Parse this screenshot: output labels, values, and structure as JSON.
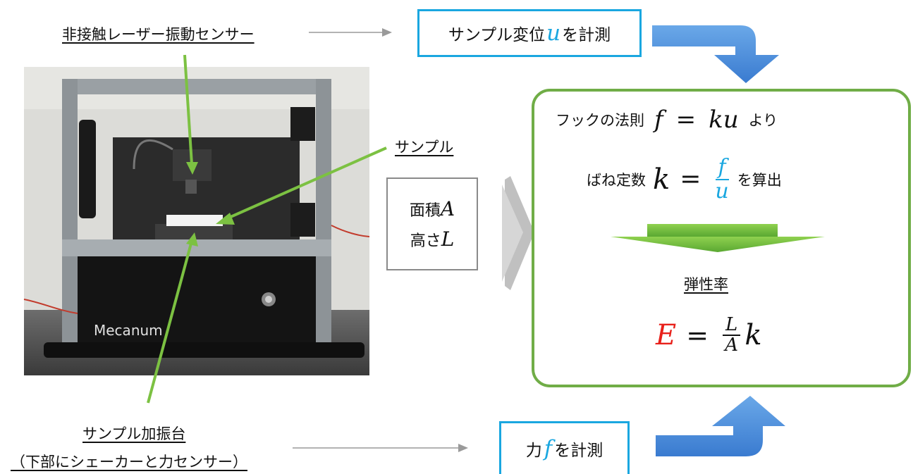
{
  "labels": {
    "laser_sensor": "非接触レーザー振動センサー",
    "sample": "サンプル",
    "stage": "サンプル加振台",
    "stage_note": "（下部にシェーカーと力センサー）"
  },
  "photo": {
    "brand": "Mecanum"
  },
  "boxes": {
    "displacement_prefix": "サンプル変位",
    "displacement_var": "u",
    "displacement_suffix": "を計測",
    "force_prefix": "力",
    "force_var": "f",
    "force_suffix": "を計測",
    "area_text": "面積",
    "area_var": "A",
    "height_text": "高さ",
    "height_var": "L"
  },
  "result": {
    "hooke_prefix": "フックの法則",
    "hooke_eq_lhs": "f",
    "hooke_eq_rhs": "ku",
    "hooke_suffix": "より",
    "spring_prefix": "ばね定数",
    "spring_var": "k",
    "spring_num": "f",
    "spring_den": "u",
    "spring_suffix": "を算出",
    "modulus_title": "弾性率",
    "modulus_var": "E",
    "modulus_num": "L",
    "modulus_den": "A",
    "modulus_k": "k",
    "equals": "="
  },
  "colors": {
    "blue_accent": "#1aa7e0",
    "result_border": "#70ad47",
    "green_arrow": "#7cc142",
    "grey_arrow": "#b5b5b5",
    "red": "#e8201a"
  }
}
